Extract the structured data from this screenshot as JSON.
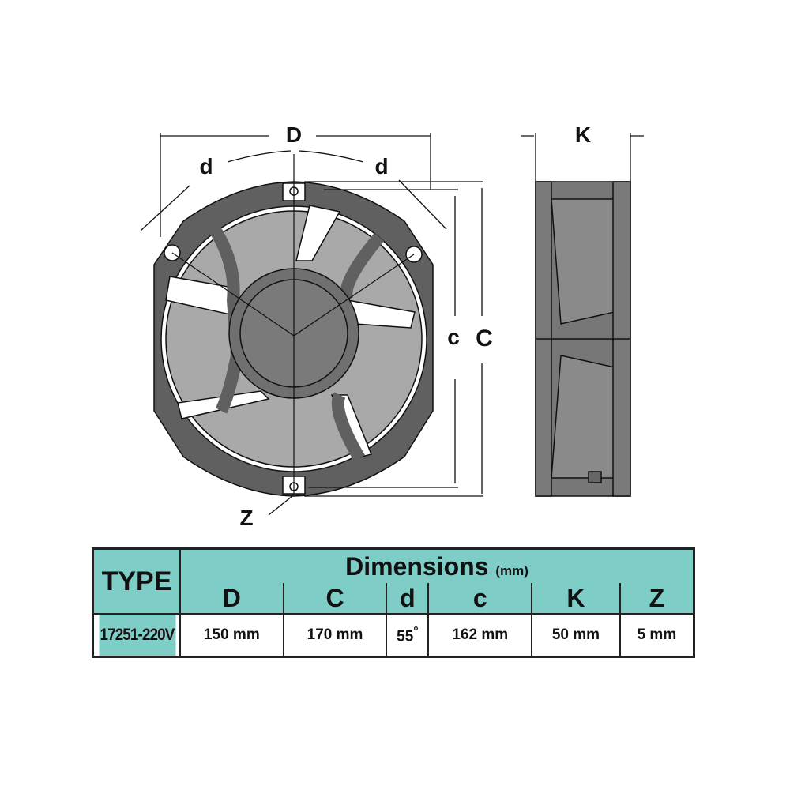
{
  "drawing": {
    "labels": {
      "D": "D",
      "d_left": "d",
      "d_right": "d",
      "c": "c",
      "C": "C",
      "K": "K",
      "Z": "Z"
    }
  },
  "table": {
    "type_header": "TYPE",
    "dimensions_header": "Dimensions",
    "unit": "(mm)",
    "columns": [
      "D",
      "C",
      "d",
      "c",
      "K",
      "Z"
    ],
    "rows": [
      {
        "model": "17251-220V",
        "values": [
          "150 mm",
          "170 mm",
          "55",
          "162 mm",
          "50 mm",
          "5 mm"
        ],
        "degree_symbol": "°"
      }
    ]
  },
  "colors": {
    "header_bg": "#7fcdc7",
    "frame": "#5f5f5f",
    "blade": "#a9a9a9",
    "hub": "#767676"
  }
}
